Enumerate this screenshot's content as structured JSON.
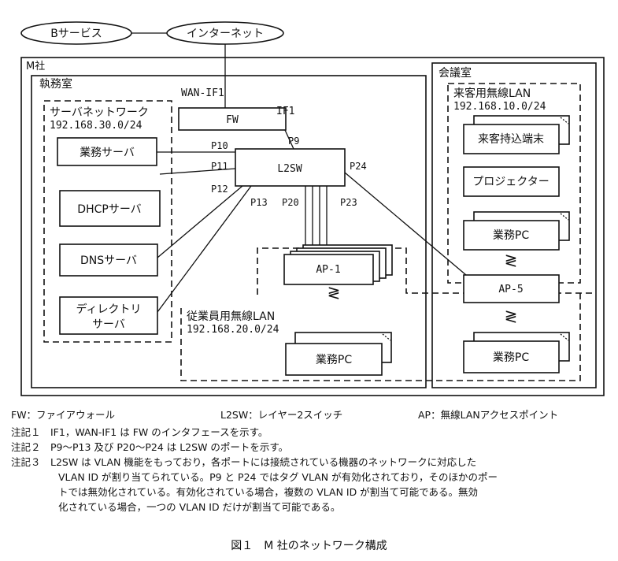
{
  "diagram": {
    "b_service": "Bサービス",
    "internet": "インターネット",
    "company": "M社",
    "office": "執務室",
    "meeting_room": "会議室",
    "server_network": "サーバネットワーク",
    "server_subnet": "192.168.30.0/24",
    "guest_wlan": "来客用無線LAN",
    "guest_subnet": "192.168.10.0/24",
    "staff_wlan": "従業員用無線LAN",
    "staff_subnet": "192.168.20.0/24",
    "fw": "FW",
    "wan_if1": "WAN-IF1",
    "if1": "IF1",
    "l2sw": "L2SW",
    "gyomu_server": "業務サーバ",
    "dhcp_server": "DHCPサーバ",
    "dns_server": "DNSサーバ",
    "directory_server_line1": "ディレクトリ",
    "directory_server_line2": "サーバ",
    "ap1": "AP-1",
    "ap5": "AP-5",
    "gyomu_pc": "業務PC",
    "guest_device": "来客持込端末",
    "projector": "プロジェクター",
    "wireless_symbol": "≷",
    "ports": {
      "p9": "P9",
      "p10": "P10",
      "p11": "P11",
      "p12": "P12",
      "p13": "P13",
      "p20": "P20",
      "p23": "P23",
      "p24": "P24"
    }
  },
  "legend": {
    "fw": "FW：ファイアウォール",
    "l2sw": "L2SW：レイヤー2スイッチ",
    "ap": "AP：無線LANアクセスポイント"
  },
  "notes": {
    "note1": "注記１　IF1，WAN-IF1 は FW のインタフェースを示す。",
    "note2": "注記２　P9〜P13 及び P20〜P24 は L2SW のポートを示す。",
    "note3_line1": "注記３　L2SW は VLAN 機能をもっており，各ポートには接続されている機器のネットワークに対応した",
    "note3_line2": "VLAN ID が割り当てられている。P9 と P24 ではタグ VLAN が有効化されており，そのほかのポー",
    "note3_line3": "トでは無効化されている。有効化されている場合，複数の VLAN ID が割当て可能である。無効",
    "note3_line4": "化されている場合，一つの VLAN ID だけが割当て可能である。"
  },
  "caption": "図１　M 社のネットワーク構成"
}
